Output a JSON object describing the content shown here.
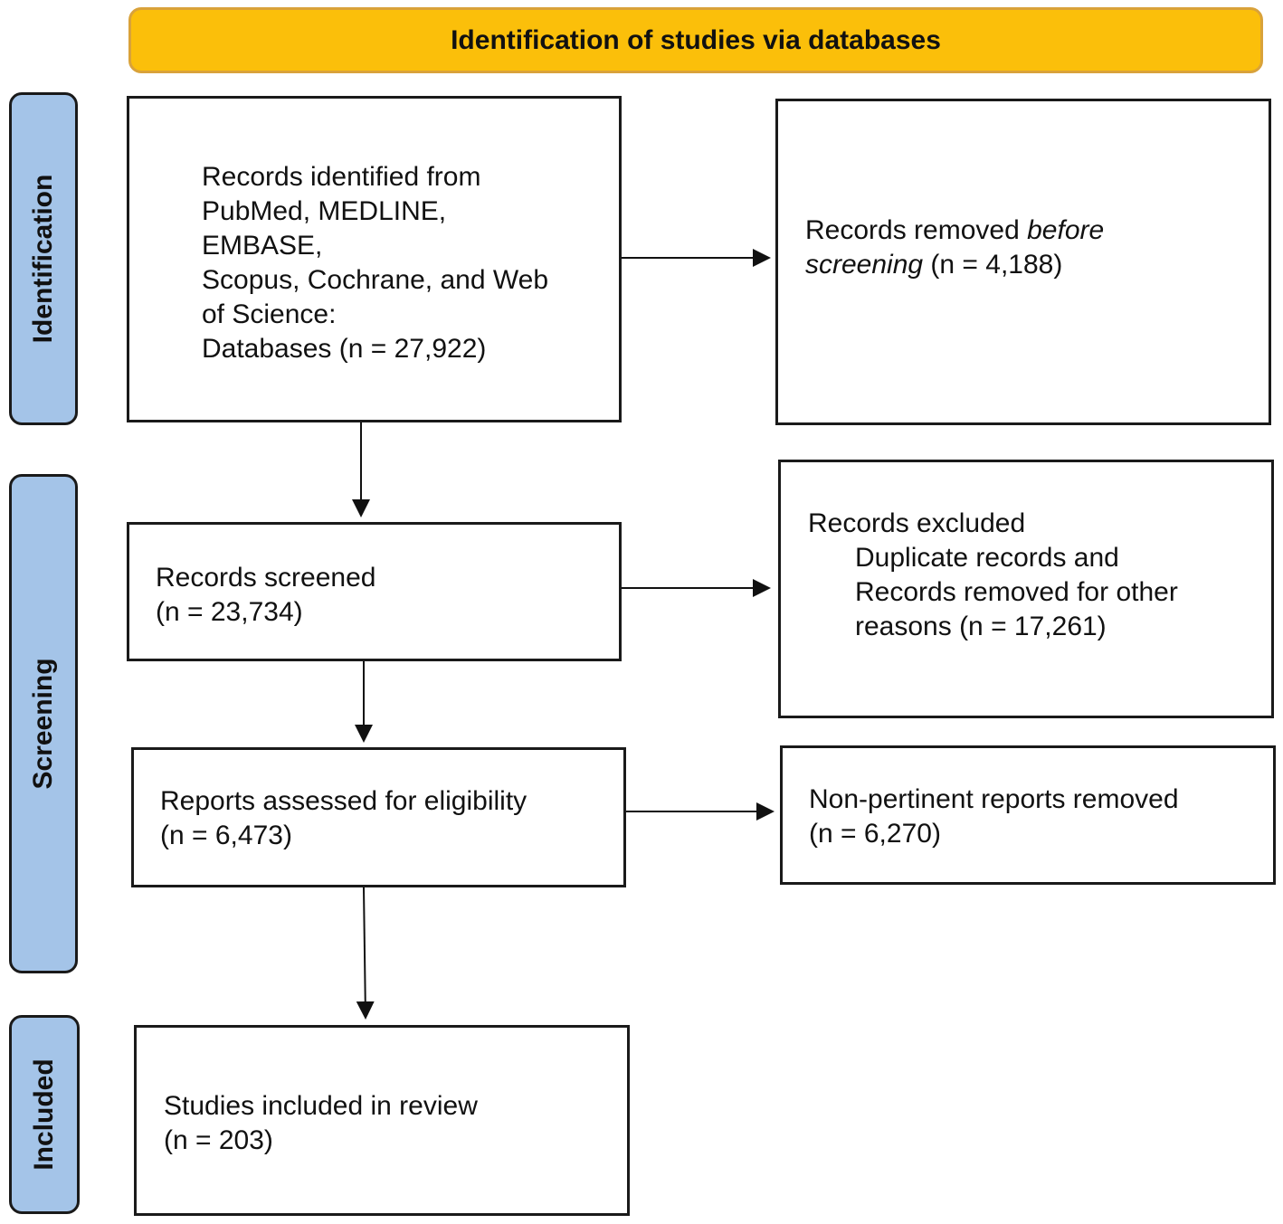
{
  "header": {
    "title": "Identification of studies via databases"
  },
  "stages": {
    "identification": "Identification",
    "screening": "Screening",
    "included": "Included"
  },
  "boxes": {
    "records_identified": {
      "line1": "Records identified from",
      "line2": "PubMed, MEDLINE,",
      "line3": "EMBASE,",
      "line4": "Scopus, Cochrane, and Web",
      "line5": "of Science:",
      "line6": "Databases (n = 27,922)"
    },
    "records_removed": {
      "prefix": "Records removed ",
      "italic1": "before",
      "italic2": "screening",
      "suffix": " (n = 4,188)"
    },
    "records_screened": {
      "line1": "Records screened",
      "line2": "(n = 23,734)"
    },
    "records_excluded": {
      "line1": "Records excluded",
      "line2": "Duplicate records and",
      "line3": "Records removed for other",
      "line4": "reasons (n = 17,261)"
    },
    "reports_assessed": {
      "line1": "Reports assessed for eligibility",
      "line2": "(n = 6,473)"
    },
    "non_pertinent": {
      "line1": "Non-pertinent reports removed",
      "line2": "(n = 6,270)"
    },
    "studies_included": {
      "line1": "Studies included in review",
      "line2": "(n = 203)"
    }
  }
}
